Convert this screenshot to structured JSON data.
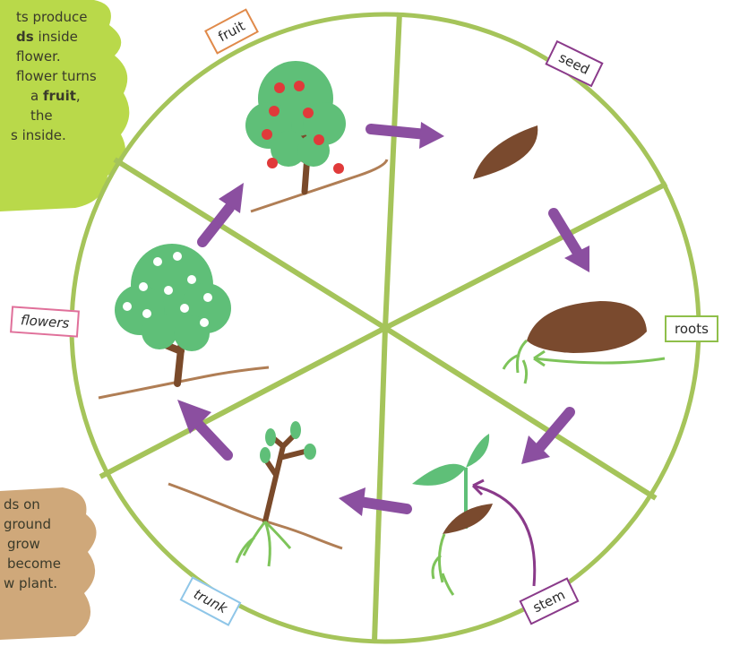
{
  "notes": {
    "green": {
      "line1": "ts produce",
      "line2_bold": "ds",
      "line2_rest": " inside",
      "line3": "flower.",
      "line4": "flower turns",
      "line5_pre": "a ",
      "line5_bold": "fruit",
      "line5_post": ",",
      "line6": "the",
      "line7": "s inside."
    },
    "brown": {
      "line1": "ds on",
      "line2": "ground",
      "line3": "grow",
      "line4": "become",
      "line5": "w plant."
    }
  },
  "stages": {
    "fruit": "fruit",
    "seed": "seed",
    "roots": "roots",
    "stem": "stem",
    "trunk": "trunk",
    "flowers": "flowers"
  },
  "colors": {
    "circle": "#a5c45a",
    "arrow": "#8b4fa0",
    "note_green": "#b9d94a",
    "note_brown": "#cfa87a",
    "tree_leaf": "#5fbf78",
    "trunk": "#7a4a2a",
    "seed": "#7a4a2e",
    "apple": "#e03a3a",
    "root": "#7ec45a",
    "stem_pointer": "#8a3a8a",
    "root_pointer": "#7ec45a"
  },
  "icons": {
    "fruit": "apple-tree-icon",
    "seed": "seed-icon",
    "roots": "sprouting-seed-icon",
    "stem": "seedling-icon",
    "trunk": "sapling-icon",
    "flowers": "flowering-tree-icon"
  }
}
